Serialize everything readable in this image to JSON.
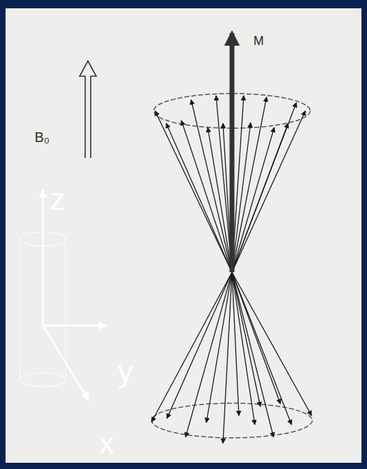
{
  "diagram": {
    "labels": [
      "M",
      "B₀",
      "z",
      "y",
      "x"
    ]
  }
}
